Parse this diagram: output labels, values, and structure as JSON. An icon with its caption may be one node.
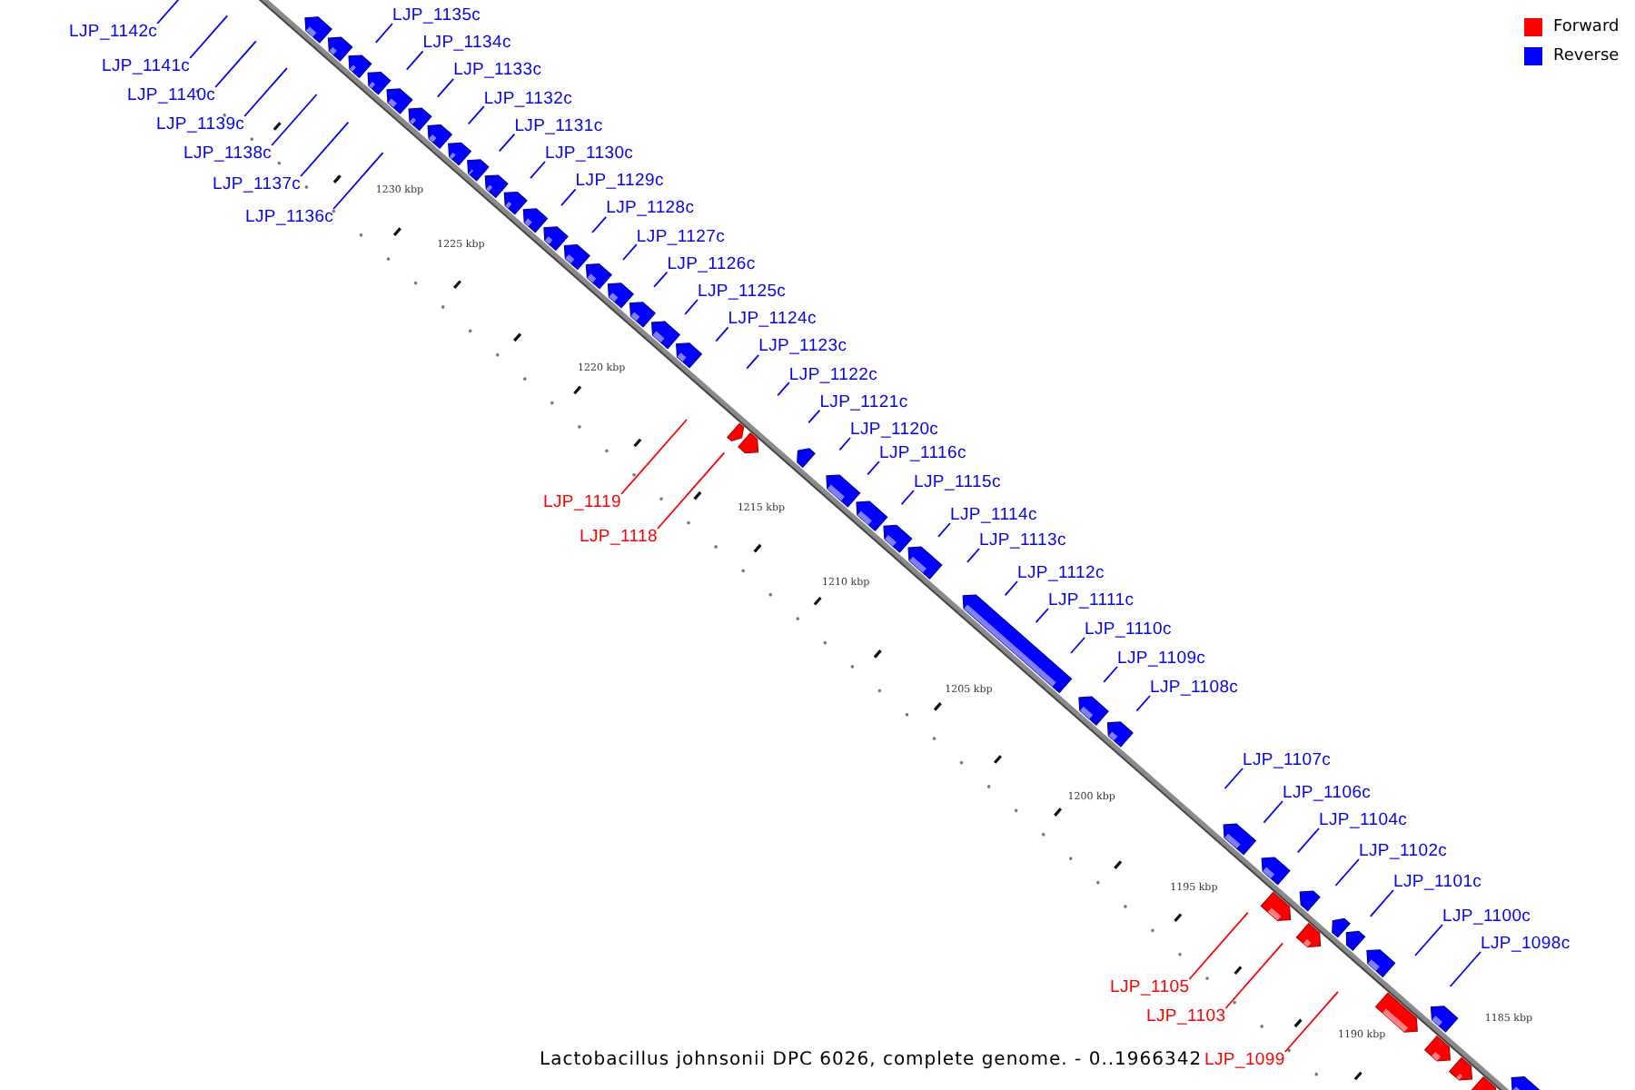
{
  "diagram": {
    "caption": "Lactobacillus johnsonii DPC 6026, complete genome. - 0..1966342",
    "nodes": [
      {
        "text": [
          "LJP_1142c"
        ]
      },
      {
        "text": [
          "LJP_1141c"
        ]
      },
      {
        "text": [
          "LJP_1140c"
        ]
      },
      {
        "text": [
          "LJP_1139c"
        ]
      },
      {
        "text": [
          "LJP_1138c"
        ]
      },
      {
        "text": [
          "LJP_1137c"
        ]
      },
      {
        "text": [
          "LJP_1136c"
        ]
      },
      {
        "text": [
          "LJP_1135c"
        ]
      },
      {
        "text": [
          "LJP_1134c"
        ]
      },
      {
        "text": [
          "LJP_1133c"
        ]
      },
      {
        "text": [
          "LJP_1132c"
        ]
      },
      {
        "text": [
          "LJP_1131c"
        ]
      },
      {
        "text": [
          "LJP_1130c"
        ]
      },
      {
        "text": [
          "LJP_1129c"
        ]
      },
      {
        "text": [
          "LJP_1128c"
        ]
      },
      {
        "text": [
          "LJP_1127c"
        ]
      },
      {
        "text": [
          "LJP_1126c"
        ]
      },
      {
        "text": [
          "LJP_1125c"
        ]
      },
      {
        "text": [
          "LJP_1124c"
        ]
      },
      {
        "text": [
          "LJP_1123c"
        ]
      },
      {
        "text": [
          "LJP_1122c"
        ]
      },
      {
        "text": [
          "LJP_1121c"
        ]
      },
      {
        "text": [
          "LJP_1120c"
        ]
      },
      {
        "text": [
          "LJP_1116c"
        ]
      },
      {
        "text": [
          "LJP_1115c"
        ]
      },
      {
        "text": [
          "LJP_1119"
        ]
      },
      {
        "text": [
          "LJP_1114c"
        ]
      },
      {
        "text": [
          "LJP_1118"
        ]
      },
      {
        "text": [
          "LJP_1113c"
        ]
      },
      {
        "text": [
          "LJP_1112c"
        ]
      },
      {
        "text": [
          "LJP_1111c"
        ]
      },
      {
        "text": [
          "LJP_1110c"
        ]
      },
      {
        "text": [
          "LJP_1109c"
        ]
      },
      {
        "text": [
          "LJP_1108c"
        ]
      },
      {
        "text": [
          "LJP_1107c"
        ]
      },
      {
        "text": [
          "LJP_1106c"
        ]
      },
      {
        "text": [
          "LJP_1104c"
        ]
      },
      {
        "text": [
          "LJP_1102c"
        ]
      },
      {
        "text": [
          "LJP_1101c"
        ]
      },
      {
        "text": [
          "LJP_1100c"
        ]
      },
      {
        "text": [
          "LJP_1098c"
        ]
      },
      {
        "text": [
          "LJP_1105"
        ]
      },
      {
        "text": [
          "LJP_1103"
        ]
      },
      {
        "text": [
          "LJP_1099"
        ]
      }
    ],
    "edges": [
      {
        "from": 0,
        "to": null,
        "arrow": "none"
      },
      {
        "from": 1,
        "to": null,
        "arrow": "none"
      },
      {
        "from": 2,
        "to": null,
        "arrow": "none"
      },
      {
        "from": 3,
        "to": null,
        "arrow": "none"
      },
      {
        "from": 4,
        "to": null,
        "arrow": "none"
      },
      {
        "from": 5,
        "to": null,
        "arrow": "none"
      },
      {
        "from": 6,
        "to": null,
        "arrow": "none"
      },
      {
        "from": 7,
        "to": null,
        "arrow": "none"
      },
      {
        "from": 8,
        "to": null,
        "arrow": "none"
      },
      {
        "from": 9,
        "to": null,
        "arrow": "none"
      },
      {
        "from": 10,
        "to": null,
        "arrow": "none"
      },
      {
        "from": 11,
        "to": null,
        "arrow": "none"
      },
      {
        "from": 12,
        "to": null,
        "arrow": "none"
      },
      {
        "from": 13,
        "to": null,
        "arrow": "none"
      },
      {
        "from": 14,
        "to": null,
        "arrow": "none"
      },
      {
        "from": 15,
        "to": null,
        "arrow": "none"
      },
      {
        "from": 16,
        "to": null,
        "arrow": "none"
      },
      {
        "from": 17,
        "to": null,
        "arrow": "none"
      },
      {
        "from": 18,
        "to": null,
        "arrow": "none"
      },
      {
        "from": 19,
        "to": null,
        "arrow": "none"
      },
      {
        "from": 20,
        "to": null,
        "arrow": "none"
      },
      {
        "from": 21,
        "to": null,
        "arrow": "none"
      },
      {
        "from": 22,
        "to": null,
        "arrow": "none"
      },
      {
        "from": 23,
        "to": null,
        "arrow": "none"
      },
      {
        "from": 24,
        "to": null,
        "arrow": "none"
      },
      {
        "from": 25,
        "to": null,
        "arrow": "none",
        "color": "#ff0000"
      },
      {
        "from": 26,
        "to": null,
        "arrow": "none"
      },
      {
        "from": 27,
        "to": null,
        "arrow": "none",
        "color": "#ff0000"
      },
      {
        "from": 28,
        "to": null,
        "arrow": "none"
      },
      {
        "from": 29,
        "to": null,
        "arrow": "none"
      },
      {
        "from": 30,
        "to": null,
        "arrow": "none"
      },
      {
        "from": 31,
        "to": null,
        "arrow": "none"
      },
      {
        "from": 32,
        "to": null,
        "arrow": "none"
      },
      {
        "from": 33,
        "to": null,
        "arrow": "none"
      },
      {
        "from": 34,
        "to": null,
        "arrow": "none"
      },
      {
        "from": 35,
        "to": null,
        "arrow": "none"
      },
      {
        "from": 36,
        "to": null,
        "arrow": "none"
      },
      {
        "from": 37,
        "to": null,
        "arrow": "none"
      },
      {
        "from": 38,
        "to": null,
        "arrow": "none"
      },
      {
        "from": 39,
        "to": null,
        "arrow": "none"
      },
      {
        "from": 40,
        "to": null,
        "arrow": "none"
      },
      {
        "from": 41,
        "to": null,
        "arrow": "none",
        "color": "#ff0000"
      },
      {
        "from": 42,
        "to": null,
        "arrow": "none",
        "color": "#ff0000"
      },
      {
        "from": 43,
        "to": null,
        "arrow": "none",
        "color": "#ff0000"
      }
    ],
    "labels": [
      "1230 kbp",
      "1225 kbp",
      "1220 kbp",
      "1215 kbp",
      "1210 kbp",
      "1205 kbp",
      "1200 kbp",
      "1195 kbp",
      "1190 kbp",
      "1185 kbp"
    ],
    "legend": [
      {
        "text": "Forward",
        "color": "#ff0000"
      },
      {
        "text": "Reverse",
        "color": "#0000ff"
      }
    ]
  }
}
